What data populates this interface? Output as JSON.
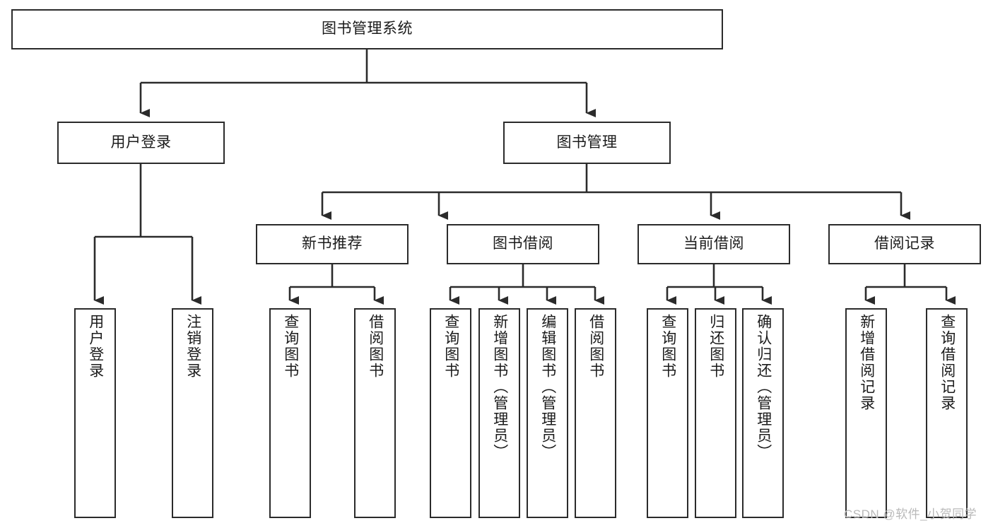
{
  "diagram": {
    "title_node": {
      "id": "root",
      "label": "图书管理系统"
    },
    "level1": [
      {
        "id": "login",
        "label": "用户登录"
      },
      {
        "id": "bookmgr",
        "label": "图书管理"
      }
    ],
    "level2": [
      {
        "id": "newbook",
        "label": "新书推荐"
      },
      {
        "id": "borrow",
        "label": "图书借阅"
      },
      {
        "id": "current",
        "label": "当前借阅"
      },
      {
        "id": "record",
        "label": "借阅记录"
      }
    ],
    "leaves": {
      "login": [
        {
          "id": "leaf-user-login",
          "label": "用户登录"
        },
        {
          "id": "leaf-user-logout",
          "label": "注销登录"
        }
      ],
      "newbook": [
        {
          "id": "leaf-query-book-1",
          "label": "查询图书"
        },
        {
          "id": "leaf-borrow-book-1",
          "label": "借阅图书"
        }
      ],
      "borrow": [
        {
          "id": "leaf-query-book-2",
          "label": "查询图书"
        },
        {
          "id": "leaf-add-book",
          "label": "新增图书（管理员）"
        },
        {
          "id": "leaf-edit-book",
          "label": "编辑图书（管理员）"
        },
        {
          "id": "leaf-borrow-book-2",
          "label": "借阅图书"
        }
      ],
      "current": [
        {
          "id": "leaf-query-book-3",
          "label": "查询图书"
        },
        {
          "id": "leaf-return-book",
          "label": "归还图书"
        },
        {
          "id": "leaf-confirm-return",
          "label": "确认归还（管理员）"
        }
      ],
      "record": [
        {
          "id": "leaf-add-record",
          "label": "新增借阅记录"
        },
        {
          "id": "leaf-query-record",
          "label": "查询借阅记录"
        }
      ]
    }
  },
  "watermark": {
    "text": "CSDN @软件_小贺同学"
  },
  "colors": {
    "stroke": "#2b2b2b",
    "fill": "#ffffff",
    "text": "#1b1b1b",
    "watermark": "#b9b9b9"
  }
}
